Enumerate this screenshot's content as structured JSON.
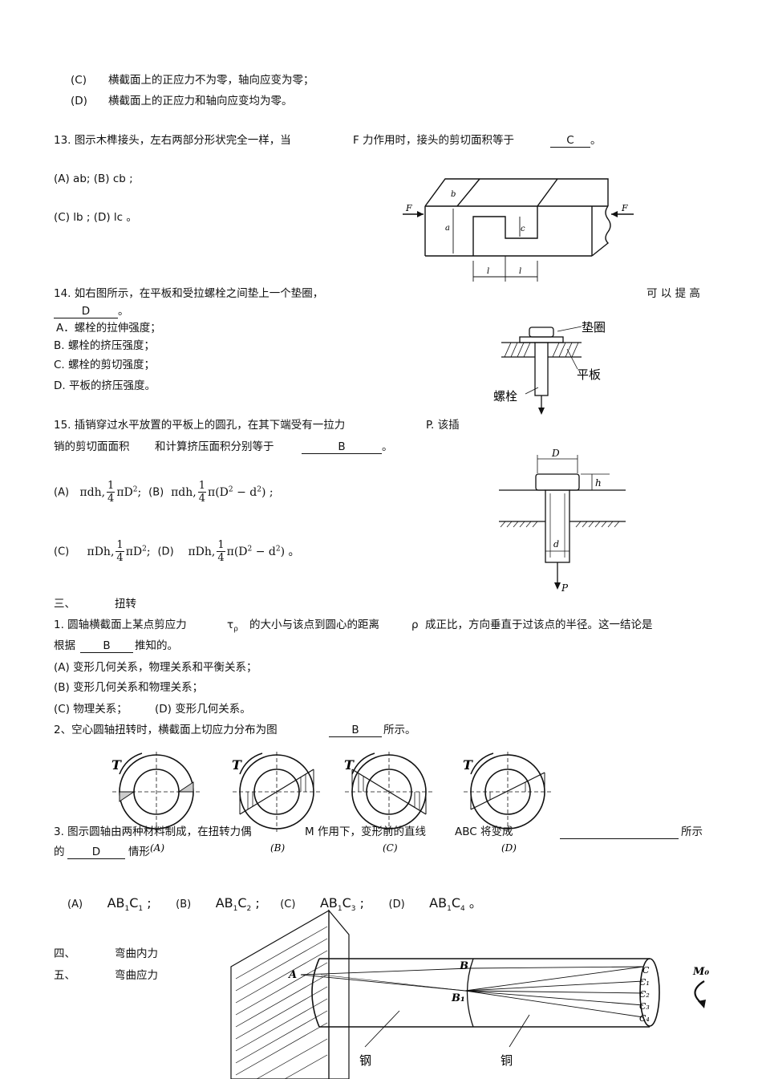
{
  "q12": {
    "c_label": "(C)",
    "c_text": "横截面上的正应力不为零，轴向应变为零；",
    "d_label": "(D)",
    "d_text": "横截面上的正应力和轴向应变均为零。"
  },
  "q13": {
    "stem_a": "13.  图示木榫接头，左右两部分形状完全一样，当",
    "stem_b": "F 力作用时，接头的剪切面积等于",
    "answer": "C",
    "end": "。",
    "opt1": "(A) ab;   (B) cb ;",
    "opt2": "(C) lb ;   (D) lc 。",
    "fig": {
      "F_left": "F",
      "F_right": "F",
      "a": "a",
      "b": "b",
      "c": "c",
      "l1": "l",
      "l2": "l"
    }
  },
  "q14": {
    "stem_a": "14.  如右图所示，在平板和受拉螺栓之间垫上一个垫圈，",
    "stem_b": "可 以 提 高",
    "answer": "D",
    "end": "。",
    "opt_a": "A．螺栓的拉伸强度；",
    "opt_b": "B.  螺栓的挤压强度；",
    "opt_c": "C.  螺栓的剪切强度；",
    "opt_d": "D.  平板的挤压强度。",
    "fig": {
      "washer": "垫圈",
      "plate": "平板",
      "bolt": "螺栓"
    }
  },
  "q15": {
    "stem_a": "15.  插销穿过水平放置的平板上的圆孔，在其下端受有一拉力",
    "stem_b": "P.  该插",
    "stem_c": "销的剪切面面积",
    "stem_d": "和计算挤压面积分别等于",
    "answer": "B",
    "end": "。",
    "opt_a_label": "(A)",
    "opt_b_label": "(B)",
    "opt_c_label": "(C)",
    "opt_d_label": "(D)",
    "fig": {
      "D": "D",
      "h": "h",
      "d": "d",
      "P": "P"
    }
  },
  "sec3": {
    "num": "三、",
    "title": "扭转"
  },
  "t1": {
    "stem_a": "1.    圆轴横截面上某点剪应力",
    "tau": "τ",
    "rho_sub": "ρ",
    "stem_b": "的大小与该点到圆心的距离",
    "rho": "ρ",
    "stem_c": "成正比，方向垂直于过该点的半径。这一结论是",
    "stem_d": "根据",
    "answer": "B",
    "stem_e": "推知的。",
    "opt_a": "(A) 变形几何关系，物理关系和平衡关系；",
    "opt_b": "(B) 变形几何关系和物理关系；",
    "opt_c": "(C) 物理关系；",
    "opt_d": "(D)     变形几何关系。"
  },
  "t2": {
    "stem_a": "2、空心圆轴扭转时，横截面上切应力分布为图",
    "answer": "B",
    "stem_b": "所示。",
    "figs": [
      "(A)",
      "(B)",
      "(C)",
      "(D)"
    ],
    "torque": "T"
  },
  "t3": {
    "stem_a": "3.  图示圆轴由两种材料制成，在扭转力偶",
    "stem_b": "M 作用下，变形前的直线",
    "stem_c": "ABC 将变成",
    "stem_d": "所示",
    "stem_e": "的",
    "answer": "D",
    "stem_f": "情形",
    "opt_a_label": "(A)",
    "opt_b_label": "(B)",
    "opt_c_label": "(C)",
    "opt_d_label": "(D)",
    "fig": {
      "A": "A",
      "B": "B",
      "B1": "B₁",
      "C": "C",
      "C1": "C₁",
      "C2": "C₂",
      "C3": "C₃",
      "C4": "C₄",
      "M": "M₀",
      "steel": "钢",
      "copper": "铜"
    }
  },
  "sec4": {
    "num": "四、",
    "title": "弯曲内力"
  },
  "sec5": {
    "num": "五、",
    "title": "弯曲应力"
  }
}
